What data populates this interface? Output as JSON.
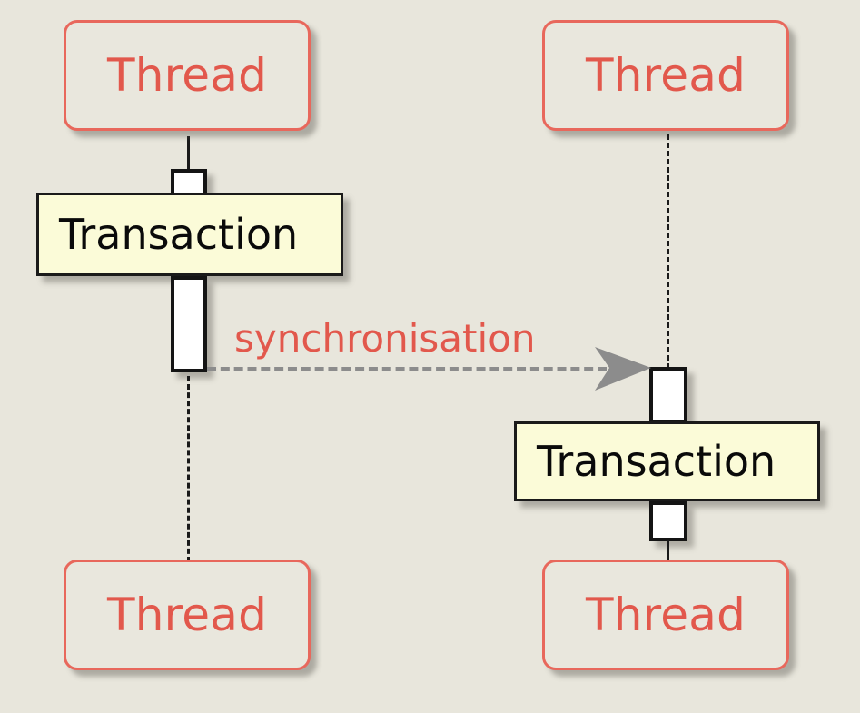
{
  "diagram": {
    "type": "uml-sequence-diagram",
    "background_color": "#e8e6dc",
    "accent_color": "#e2584c",
    "note_fill_color": "#fbfbd8",
    "activation_fill_color": "#ffffff",
    "message_color": "#8c8c8c"
  },
  "lifelines": [
    {
      "id": "left",
      "head_label": "Thread",
      "foot_label": "Thread",
      "transaction_label": "Transaction"
    },
    {
      "id": "right",
      "head_label": "Thread",
      "foot_label": "Thread",
      "transaction_label": "Transaction"
    }
  ],
  "messages": [
    {
      "label": "synchronisation",
      "from": "left",
      "to": "right",
      "style": "dashed",
      "arrowhead": "open-concave"
    }
  ]
}
